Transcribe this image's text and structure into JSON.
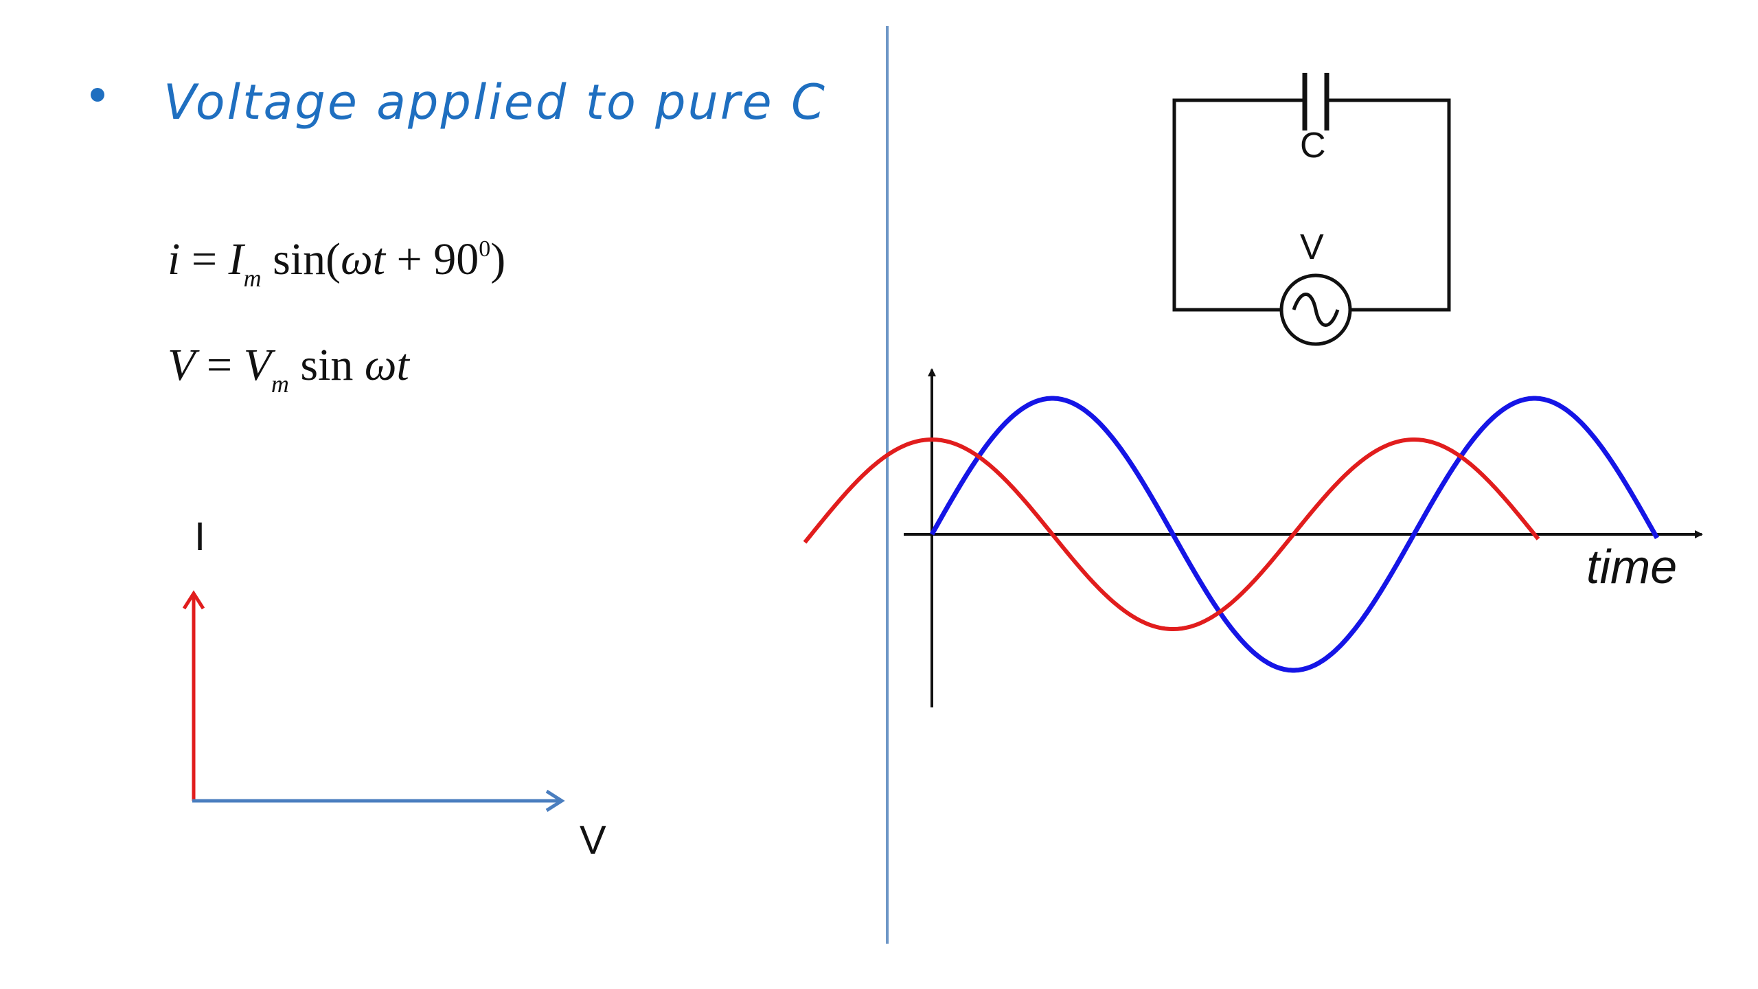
{
  "heading": {
    "text": "Voltage applied to pure C",
    "color": "#1f6fc0"
  },
  "equations": {
    "current": {
      "lhs": "i",
      "equals": "=",
      "amp": "I",
      "amp_sub": "m",
      "fn": "sin(",
      "arg": "ωt",
      "plus": "+",
      "phase": "90",
      "phase_sup": "0",
      "close": ")"
    },
    "voltage": {
      "lhs": "V",
      "equals": "=",
      "amp": "V",
      "amp_sub": "m",
      "fn": "sin",
      "arg": "ωt"
    }
  },
  "phasor": {
    "current_label": "I",
    "voltage_label": "V",
    "current_color": "#e11d1d",
    "voltage_color": "#4a7ebf"
  },
  "circuit": {
    "capacitor_label": "C",
    "source_label": "V"
  },
  "waveform": {
    "axis_label": "time",
    "voltage_color": "#1515e6",
    "current_color": "#e11d1d"
  },
  "divider_color": "#6d96c6"
}
